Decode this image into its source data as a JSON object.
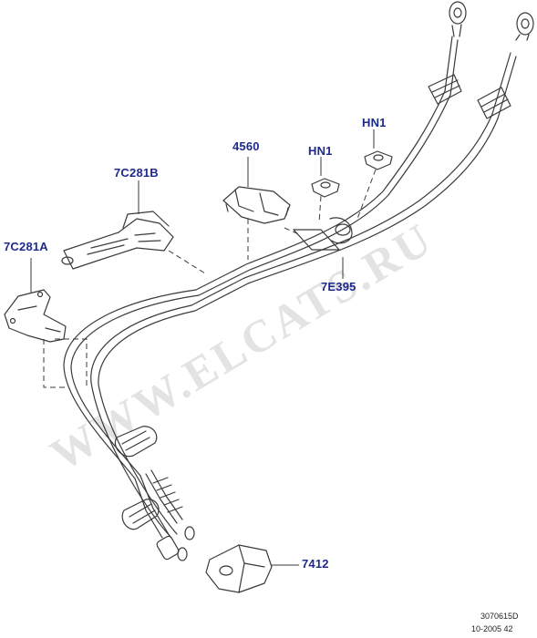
{
  "diagram": {
    "watermark": "WWW.ELCATS.RU",
    "labels": {
      "p_7c281b": "7C281B",
      "p_4560": "4560",
      "p_hn1_a": "HN1",
      "p_hn1_b": "HN1",
      "p_7c281a": "7C281A",
      "p_7e395": "7E395",
      "p_7412": "7412"
    },
    "reference": {
      "code": "3070615D",
      "date": "10-2005 42"
    },
    "colors": {
      "label": "#1e2a8c",
      "line": "#3a3a3a",
      "watermark": "#e3e3e3"
    }
  }
}
